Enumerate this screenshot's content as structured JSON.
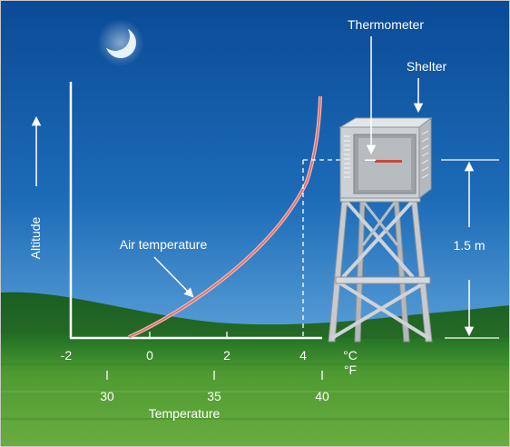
{
  "labels": {
    "altitude": "Altitude",
    "air_temperature": "Air temperature",
    "thermometer": "Thermometer",
    "shelter": "Shelter",
    "height": "1.5 m",
    "temperature": "Temperature",
    "unit_c": "°C",
    "unit_f": "°F"
  },
  "celsius_ticks": [
    "-2",
    "0",
    "2",
    "4"
  ],
  "fahrenheit_ticks": [
    "30",
    "35",
    "40"
  ],
  "colors": {
    "sky_top": "#0b4f9c",
    "sky_bottom": "#8fc3e8",
    "grass": "#4f9a32",
    "curve": "#e07a78",
    "shelter": "#c9cdd2"
  },
  "icons": {
    "moon": "crescent-moon"
  }
}
